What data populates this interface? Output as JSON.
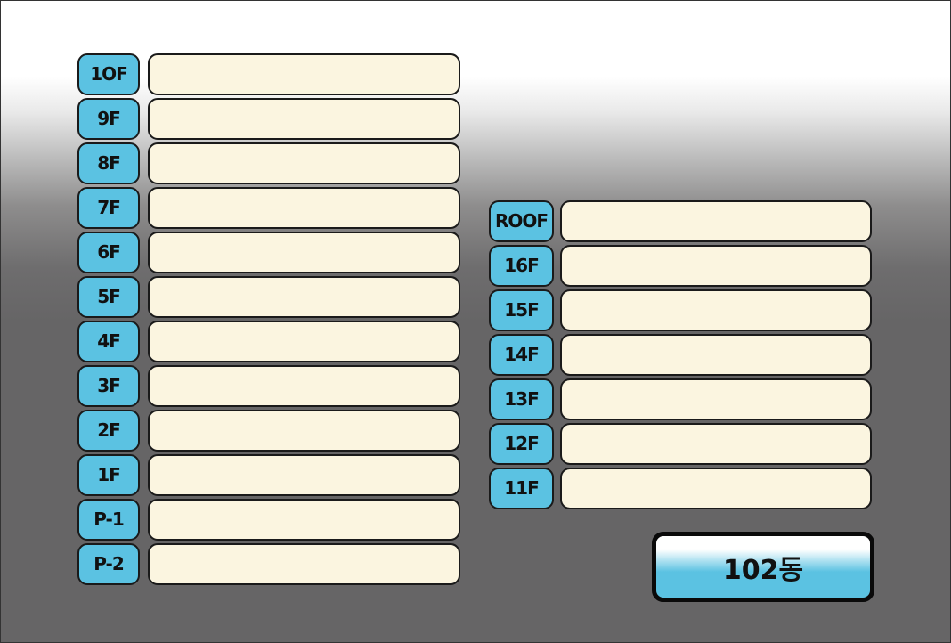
{
  "left_floors": [
    {
      "label": "1OF"
    },
    {
      "label": "9F"
    },
    {
      "label": "8F"
    },
    {
      "label": "7F"
    },
    {
      "label": "6F"
    },
    {
      "label": "5F"
    },
    {
      "label": "4F"
    },
    {
      "label": "3F"
    },
    {
      "label": "2F"
    },
    {
      "label": "1F"
    },
    {
      "label": "P-1"
    },
    {
      "label": "P-2"
    }
  ],
  "right_floors": [
    {
      "label": "ROOF"
    },
    {
      "label": "16F"
    },
    {
      "label": "15F"
    },
    {
      "label": "14F"
    },
    {
      "label": "13F"
    },
    {
      "label": "12F"
    },
    {
      "label": "11F"
    }
  ],
  "building": {
    "label": "102동"
  },
  "colors": {
    "label_fill": "#5bc2e2",
    "bar_fill": "#fbf5e0",
    "background_dark": "#666566",
    "outline": "#1a1a1a"
  }
}
